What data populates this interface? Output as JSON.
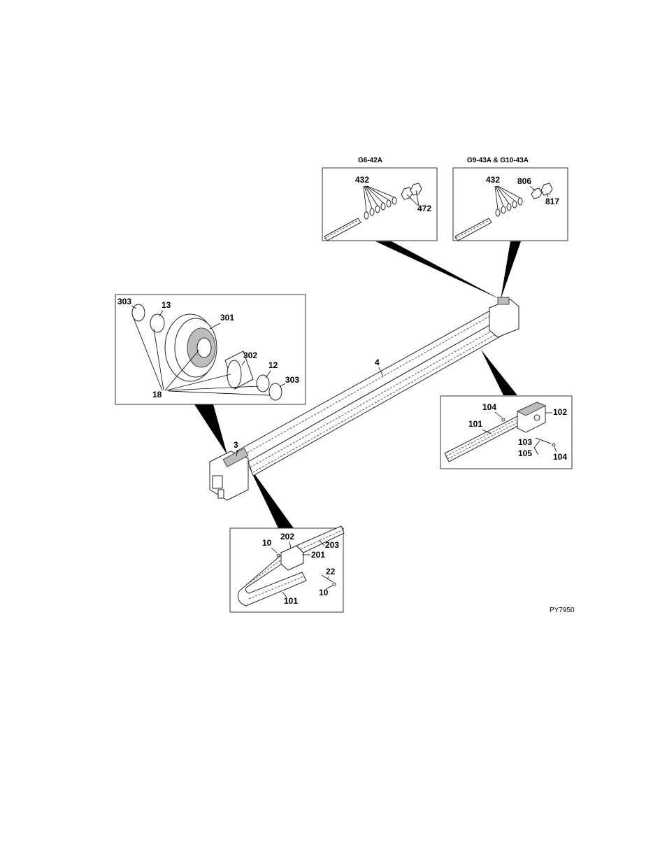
{
  "diagram": {
    "code": "PY7950",
    "inset_a_title": "G6-42A",
    "inset_b_title": "G9-43A & G10-43A",
    "labels": {
      "a_432": "432",
      "a_472": "472",
      "b_432": "432",
      "b_806": "806",
      "b_817": "817",
      "w_303a": "303",
      "w_13": "13",
      "w_301": "301",
      "w_302": "302",
      "w_12": "12",
      "w_303b": "303",
      "w_18": "18",
      "c_104a": "104",
      "c_102": "102",
      "c_101": "101",
      "c_103": "103",
      "c_105": "105",
      "c_104b": "104",
      "d_10a": "10",
      "d_202": "202",
      "d_203": "203",
      "d_201": "201",
      "d_22": "22",
      "d_10b": "10",
      "d_101": "101",
      "main_4": "4",
      "main_3": "3"
    }
  }
}
